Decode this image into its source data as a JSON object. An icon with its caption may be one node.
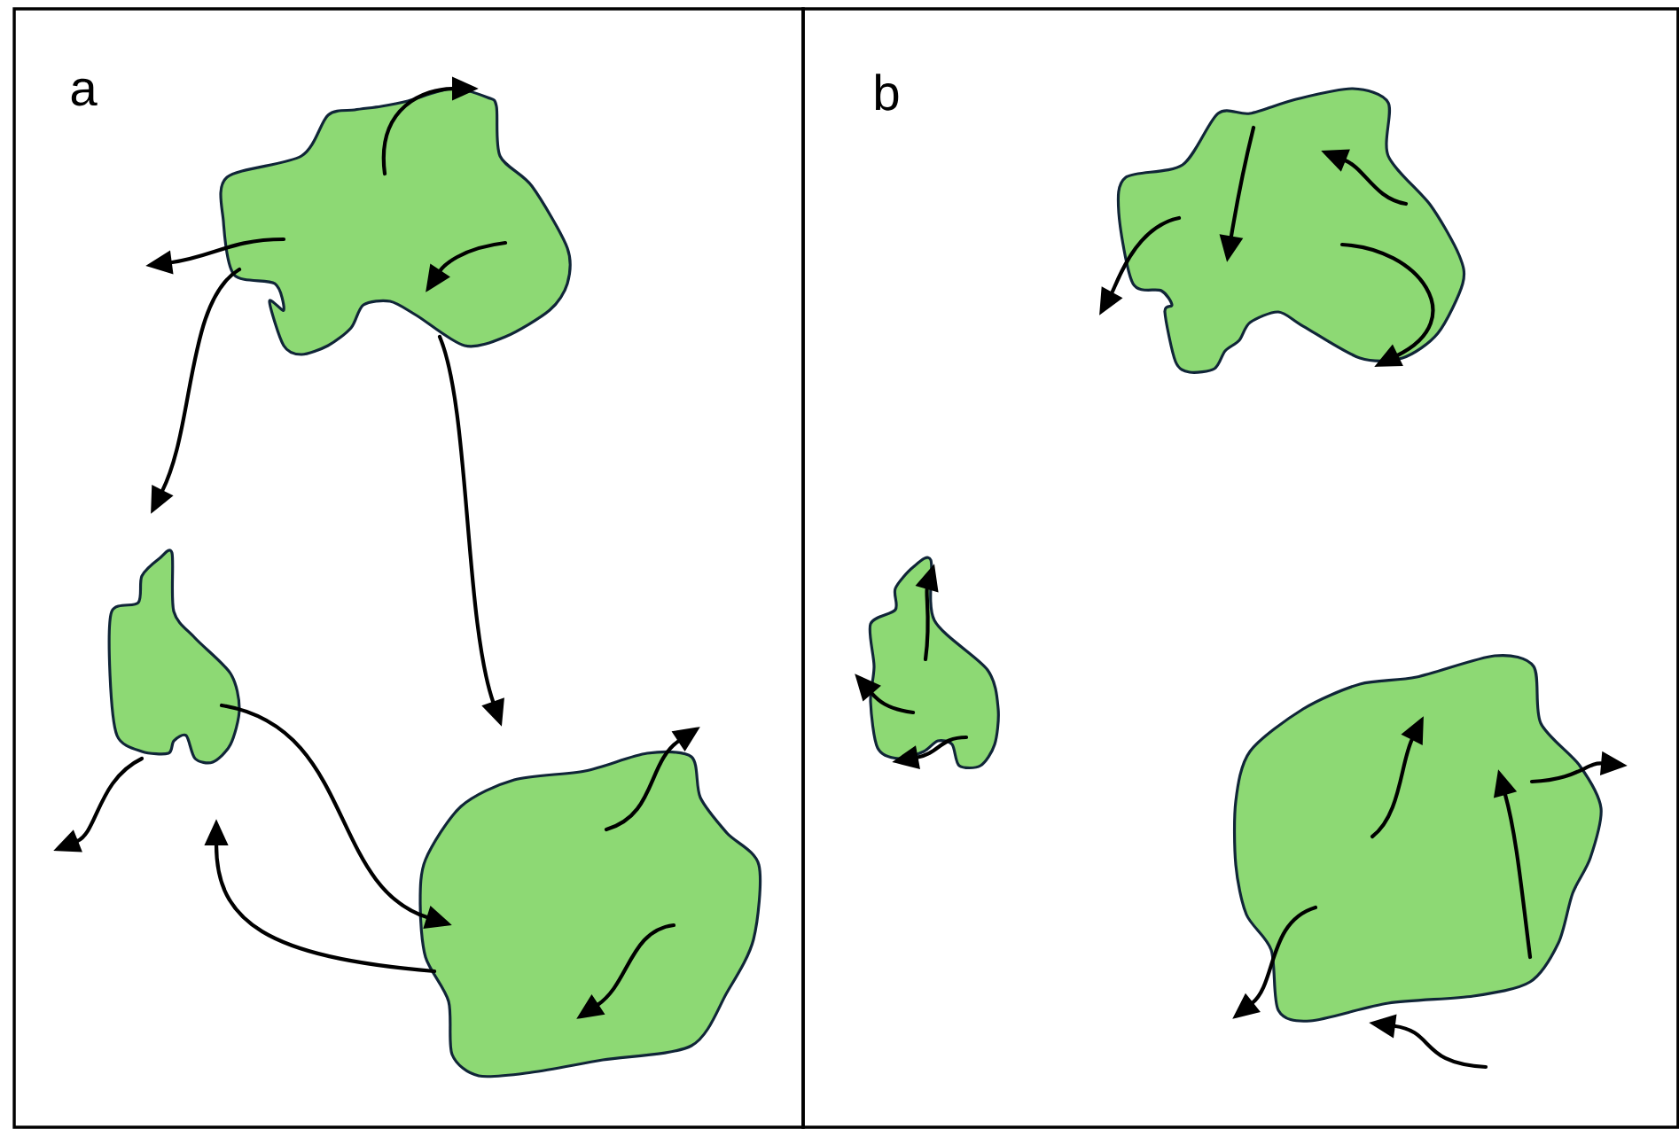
{
  "diagram": {
    "nodes": [
      {
        "text": [
          "a"
        ]
      },
      {
        "text": [],
        "shape": "blob",
        "in": 0
      },
      {
        "text": [],
        "shape": "blob",
        "in": 0
      },
      {
        "text": [],
        "shape": "blob",
        "in": 0
      },
      {
        "text": [
          "b"
        ]
      },
      {
        "text": [],
        "shape": "blob",
        "in": 4
      },
      {
        "text": [],
        "shape": "blob",
        "in": 4
      },
      {
        "text": [],
        "shape": "blob",
        "in": 4
      }
    ],
    "edges": [
      {
        "from": 1,
        "to": null,
        "arrow": "to"
      },
      {
        "from": 1,
        "to": 2,
        "arrow": "to"
      },
      {
        "from": 1,
        "to": 3,
        "arrow": "to"
      },
      {
        "from": 1,
        "to": null,
        "arrow": "to"
      },
      {
        "from": 2,
        "to": null,
        "arrow": "to"
      },
      {
        "from": 2,
        "to": 3,
        "arrow": "to"
      },
      {
        "from": 3,
        "to": 2,
        "arrow": "to"
      },
      {
        "from": 3,
        "to": null,
        "arrow": "to"
      },
      {
        "from": 5,
        "to": null,
        "arrow": "to"
      },
      {
        "from": 6,
        "to": null,
        "arrow": "to"
      },
      {
        "from": 7,
        "to": null,
        "arrow": "to"
      },
      {
        "from": 7,
        "to": null,
        "arrow": "to"
      },
      {
        "from": null,
        "to": 7,
        "arrow": "to"
      }
    ]
  }
}
